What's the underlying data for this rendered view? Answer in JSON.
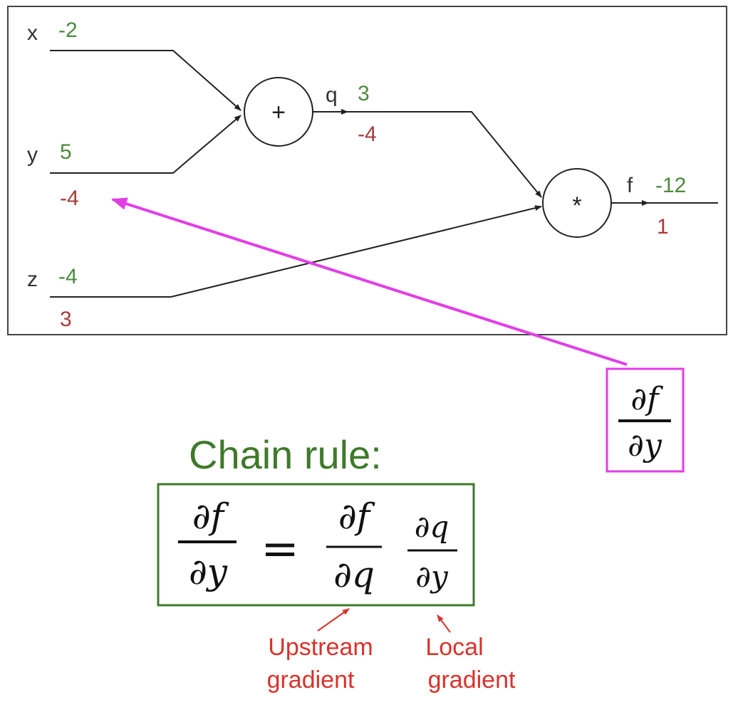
{
  "colors": {
    "forward": "#4b8a3c",
    "backward": "#a83a3a",
    "highlight": "#e23ee6",
    "chain_green": "#3f7a2a",
    "annotation_red": "#d9322b",
    "line": "#222222"
  },
  "graph": {
    "inputs": [
      {
        "name": "x",
        "forward": "-2",
        "backward": ""
      },
      {
        "name": "y",
        "forward": "5",
        "backward": "-4"
      },
      {
        "name": "z",
        "forward": "-4",
        "backward": "3"
      }
    ],
    "nodes": [
      {
        "op": "+",
        "output_name": "q",
        "forward": "3",
        "backward": "-4"
      },
      {
        "op": "*",
        "output_name": "f",
        "forward": "-12",
        "backward": "1"
      }
    ]
  },
  "highlight_box": {
    "numerator": "∂f",
    "denominator": "∂y"
  },
  "chain_rule": {
    "title": "Chain rule:",
    "lhs_num": "∂f",
    "lhs_den": "∂y",
    "equals": "=",
    "up_num": "∂f",
    "up_den": "∂q",
    "local_num": "∂q",
    "local_den": "∂y",
    "upstream_label": [
      "Upstream",
      "gradient"
    ],
    "local_label": [
      "Local",
      "gradient"
    ]
  }
}
